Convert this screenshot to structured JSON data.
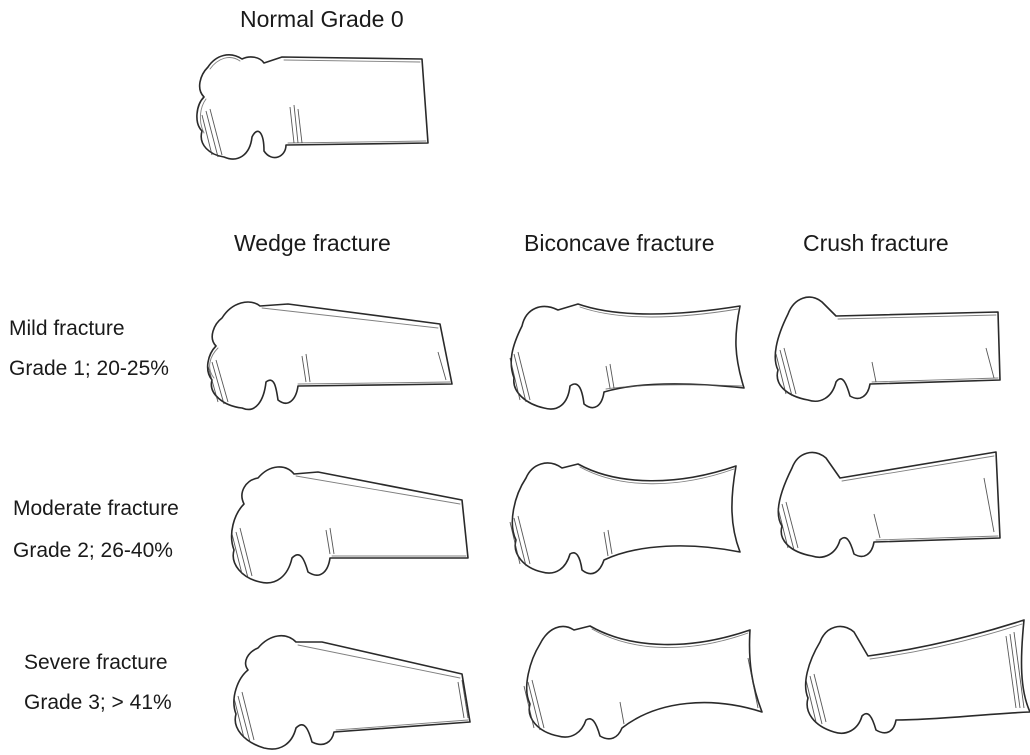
{
  "normal": {
    "label": "Normal  Grade 0"
  },
  "columns": [
    {
      "id": "wedge",
      "label": "Wedge fracture"
    },
    {
      "id": "biconcave",
      "label": "Biconcave fracture"
    },
    {
      "id": "crush",
      "label": "Crush fracture"
    }
  ],
  "rows": [
    {
      "id": "mild",
      "name": "Mild fracture",
      "grade": "Grade 1; 20-25%"
    },
    {
      "id": "moderate",
      "name": "Moderate fracture",
      "grade": "Grade 2; 26-40%"
    },
    {
      "id": "severe",
      "name": "Severe fracture",
      "grade": "Grade 3; > 41%"
    }
  ],
  "style": {
    "ink": "#2a2a2a",
    "paper": "#ffffff"
  }
}
